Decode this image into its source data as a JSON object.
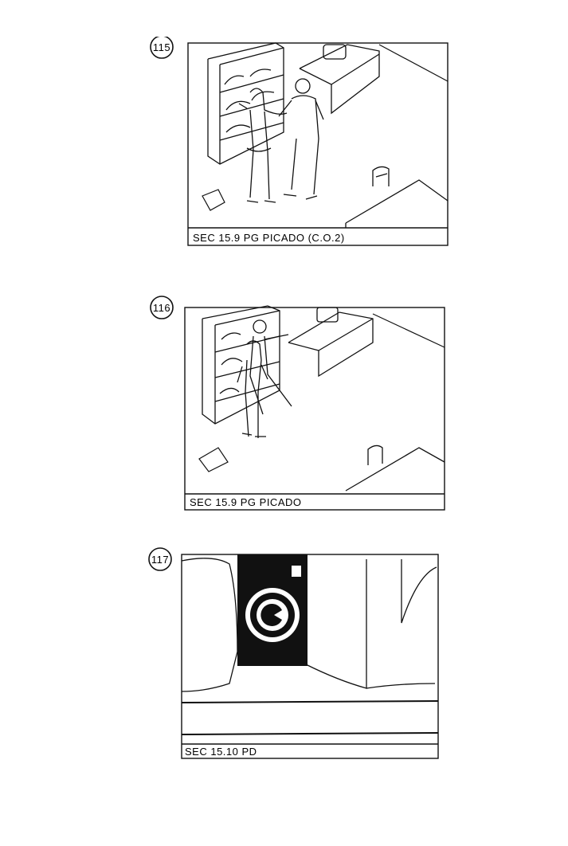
{
  "panels": [
    {
      "number": "115",
      "caption": "SEC 15.9 PG PICADO (C.O.2)"
    },
    {
      "number": "116",
      "caption": "SEC 15.9 PG PICADO"
    },
    {
      "number": "117",
      "caption": "SEC 15.10 PD"
    }
  ],
  "style": {
    "ink": "#111111",
    "paper": "#ffffff"
  }
}
